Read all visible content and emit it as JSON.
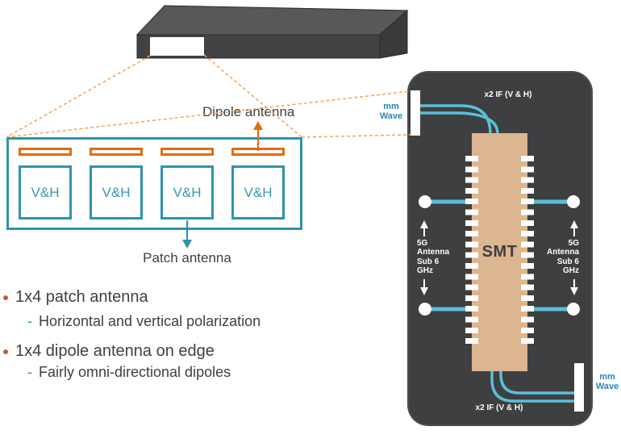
{
  "antenna_board": {
    "dipole_label": "Dipole antenna",
    "patch_label": "Patch antenna",
    "cells": [
      "V&H",
      "V&H",
      "V&H",
      "V&H"
    ],
    "dipole_count": 4
  },
  "bullets": [
    {
      "marker": "•",
      "text": "1x4 patch antenna",
      "sub_marker": "-",
      "sub": "Horizontal and vertical polarization"
    },
    {
      "marker": "•",
      "text": "1x4 dipole antenna on edge",
      "sub_marker": "-",
      "sub": "Fairly omni-directional dipoles"
    }
  ],
  "pcb": {
    "if_top": "x2 IF (V & H)",
    "if_bottom": "x2 IF (V & H)",
    "smt_label": "SMT",
    "pins_per_side": 18,
    "mmwave_left": {
      "line1": "mm",
      "line2": "Wave"
    },
    "mmwave_right": {
      "line1": "mm",
      "line2": "Wave"
    },
    "antenna_left": {
      "lines": [
        "5G",
        "Antenna",
        "Sub 6",
        "GHz"
      ]
    },
    "antenna_right": {
      "lines": [
        "5G",
        "Antenna",
        "Sub 6",
        "GHz"
      ]
    }
  },
  "icons": [
    "up-arrow-icon",
    "down-arrow-icon",
    "dipole-arrow-icon",
    "patch-arrow-icon"
  ],
  "colors": {
    "teal": "#2E93AD",
    "teal_text": "#3A96B0",
    "orange": "#E36C0A",
    "dashed_orange": "#F5A353",
    "trace_teal": "#5BBFD6",
    "pcb_dark": "#3E3F41",
    "chip_tan": "#DCB591",
    "text_dark": "#404040",
    "label_blue": "#2B87AE",
    "bullet_dot": "#C85A32",
    "device_top": "#58585A",
    "device_front": "#424244",
    "device_side": "#3A3A3C"
  }
}
